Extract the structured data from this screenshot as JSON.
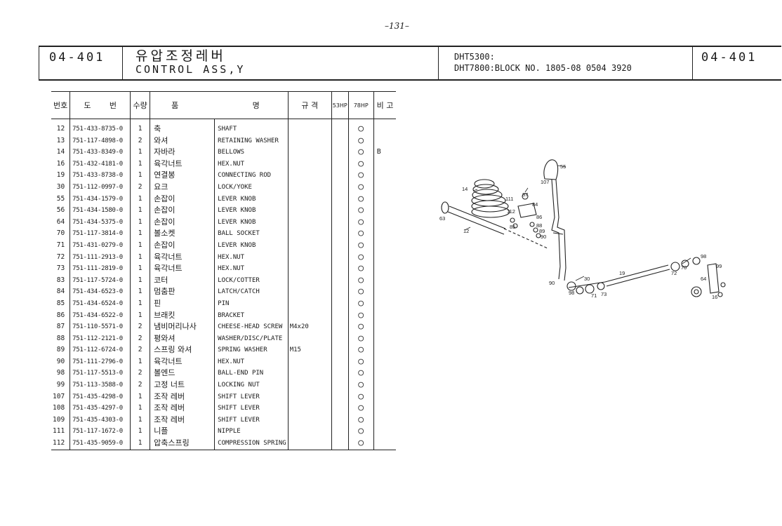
{
  "page_number": "–131–",
  "header": {
    "code_left": "04-401",
    "title_kr": "유압조정레버",
    "title_en": "CONTROL ASS,Y",
    "model_line1": "DHT5300:",
    "model_line2": "DHT7800:BLOCK NO. 1805-08 0504 3920",
    "code_right": "04-401"
  },
  "table": {
    "columns": {
      "no": "번호",
      "drawing_a": "도",
      "drawing_b": "번",
      "qty": "수량",
      "name_a": "품",
      "name_b": "명",
      "spec": "규 격",
      "hp53": "53HP",
      "hp78": "78HP",
      "note": "비 고"
    },
    "rows": [
      {
        "no": "12",
        "drawing": "751-433-8735-0",
        "qty": "1",
        "name_kr": "축",
        "name_en": "SHAFT",
        "spec": "",
        "hp53": "",
        "hp78": "○",
        "note": ""
      },
      {
        "no": "13",
        "drawing": "751-117-4898-0",
        "qty": "2",
        "name_kr": "와셔",
        "name_en": "RETAINING WASHER",
        "spec": "",
        "hp53": "",
        "hp78": "○",
        "note": ""
      },
      {
        "no": "14",
        "drawing": "751-433-8349-0",
        "qty": "1",
        "name_kr": "자바라",
        "name_en": "BELLOWS",
        "spec": "",
        "hp53": "",
        "hp78": "○",
        "note": "B"
      },
      {
        "no": "16",
        "drawing": "751-432-4181-0",
        "qty": "1",
        "name_kr": "육각너트",
        "name_en": "HEX.NUT",
        "spec": "",
        "hp53": "",
        "hp78": "○",
        "note": ""
      },
      {
        "no": "19",
        "drawing": "751-433-8738-0",
        "qty": "1",
        "name_kr": "연결봉",
        "name_en": "CONNECTING ROD",
        "spec": "",
        "hp53": "",
        "hp78": "○",
        "note": ""
      },
      {
        "no": "30",
        "drawing": "751-112-0997-0",
        "qty": "2",
        "name_kr": "요크",
        "name_en": "LOCK/YOKE",
        "spec": "",
        "hp53": "",
        "hp78": "○",
        "note": ""
      },
      {
        "no": "55",
        "drawing": "751-434-1579-0",
        "qty": "1",
        "name_kr": "손잡이",
        "name_en": "LEVER KNOB",
        "spec": "",
        "hp53": "",
        "hp78": "○",
        "note": ""
      },
      {
        "no": "56",
        "drawing": "751-434-1580-0",
        "qty": "1",
        "name_kr": "손잡이",
        "name_en": "LEVER KNOB",
        "spec": "",
        "hp53": "",
        "hp78": "○",
        "note": ""
      },
      {
        "no": "64",
        "drawing": "751-434-5375-0",
        "qty": "1",
        "name_kr": "손잡이",
        "name_en": "LEVER KNOB",
        "spec": "",
        "hp53": "",
        "hp78": "○",
        "note": ""
      },
      {
        "no": "70",
        "drawing": "751-117-3814-0",
        "qty": "1",
        "name_kr": "볼소켓",
        "name_en": "BALL SOCKET",
        "spec": "",
        "hp53": "",
        "hp78": "○",
        "note": ""
      },
      {
        "no": "71",
        "drawing": "751-431-0279-0",
        "qty": "1",
        "name_kr": "손잡이",
        "name_en": "LEVER KNOB",
        "spec": "",
        "hp53": "",
        "hp78": "○",
        "note": ""
      },
      {
        "no": "72",
        "drawing": "751-111-2913-0",
        "qty": "1",
        "name_kr": "육각너트",
        "name_en": "HEX.NUT",
        "spec": "",
        "hp53": "",
        "hp78": "○",
        "note": ""
      },
      {
        "no": "73",
        "drawing": "751-111-2819-0",
        "qty": "1",
        "name_kr": "육각너트",
        "name_en": "HEX.NUT",
        "spec": "",
        "hp53": "",
        "hp78": "○",
        "note": ""
      },
      {
        "no": "83",
        "drawing": "751-117-5724-0",
        "qty": "1",
        "name_kr": "코터",
        "name_en": "LOCK/COTTER",
        "spec": "",
        "hp53": "",
        "hp78": "○",
        "note": ""
      },
      {
        "no": "84",
        "drawing": "751-434-6523-0",
        "qty": "1",
        "name_kr": "멈춤판",
        "name_en": "LATCH/CATCH",
        "spec": "",
        "hp53": "",
        "hp78": "○",
        "note": ""
      },
      {
        "no": "85",
        "drawing": "751-434-6524-0",
        "qty": "1",
        "name_kr": "핀",
        "name_en": "PIN",
        "spec": "",
        "hp53": "",
        "hp78": "○",
        "note": ""
      },
      {
        "no": "86",
        "drawing": "751-434-6522-0",
        "qty": "1",
        "name_kr": "브래킷",
        "name_en": "BRACKET",
        "spec": "",
        "hp53": "",
        "hp78": "○",
        "note": ""
      },
      {
        "no": "87",
        "drawing": "751-110-5571-0",
        "qty": "2",
        "name_kr": "냄비머리나사",
        "name_en": "CHEESE-HEAD SCREW",
        "spec": "M4x20",
        "hp53": "",
        "hp78": "○",
        "note": ""
      },
      {
        "no": "88",
        "drawing": "751-112-2121-0",
        "qty": "2",
        "name_kr": "평와셔",
        "name_en": "WASHER/DISC/PLATE",
        "spec": "",
        "hp53": "",
        "hp78": "○",
        "note": ""
      },
      {
        "no": "89",
        "drawing": "751-112-6724-0",
        "qty": "2",
        "name_kr": "스프링 와셔",
        "name_en": "SPRING WASHER",
        "spec": "M15",
        "hp53": "",
        "hp78": "○",
        "note": ""
      },
      {
        "no": "90",
        "drawing": "751-111-2796-0",
        "qty": "1",
        "name_kr": "육각너트",
        "name_en": "HEX.NUT",
        "spec": "",
        "hp53": "",
        "hp78": "○",
        "note": ""
      },
      {
        "no": "98",
        "drawing": "751-117-5513-0",
        "qty": "2",
        "name_kr": "볼엔드",
        "name_en": "BALL-END PIN",
        "spec": "",
        "hp53": "",
        "hp78": "○",
        "note": ""
      },
      {
        "no": "99",
        "drawing": "751-113-3588-0",
        "qty": "2",
        "name_kr": "고정 너트",
        "name_en": "LOCKING NUT",
        "spec": "",
        "hp53": "",
        "hp78": "○",
        "note": ""
      },
      {
        "no": "107",
        "drawing": "751-435-4298-0",
        "qty": "1",
        "name_kr": "조작 레버",
        "name_en": "SHIFT LEVER",
        "spec": "",
        "hp53": "",
        "hp78": "○",
        "note": ""
      },
      {
        "no": "108",
        "drawing": "751-435-4297-0",
        "qty": "1",
        "name_kr": "조작 레버",
        "name_en": "SHIFT LEVER",
        "spec": "",
        "hp53": "",
        "hp78": "○",
        "note": ""
      },
      {
        "no": "109",
        "drawing": "751-435-4303-0",
        "qty": "1",
        "name_kr": "조작 레버",
        "name_en": "SHIFT LEVER",
        "spec": "",
        "hp53": "",
        "hp78": "○",
        "note": ""
      },
      {
        "no": "111",
        "drawing": "751-117-1672-0",
        "qty": "1",
        "name_kr": "니플",
        "name_en": "NIPPLE",
        "spec": "",
        "hp53": "",
        "hp78": "○",
        "note": ""
      },
      {
        "no": "112",
        "drawing": "751-435-9059-0",
        "qty": "1",
        "name_kr": "압축스프링",
        "name_en": "COMPRESSION SPRING",
        "spec": "",
        "hp53": "",
        "hp78": "○",
        "note": ""
      }
    ]
  },
  "diagram": {
    "callouts": [
      "55",
      "107",
      "14",
      "111",
      "87",
      "84",
      "112",
      "86",
      "85",
      "88",
      "89",
      "90",
      "63",
      "12",
      "30",
      "19",
      "98",
      "72",
      "70",
      "99",
      "64",
      "90",
      "98",
      "71",
      "73",
      "16"
    ]
  }
}
